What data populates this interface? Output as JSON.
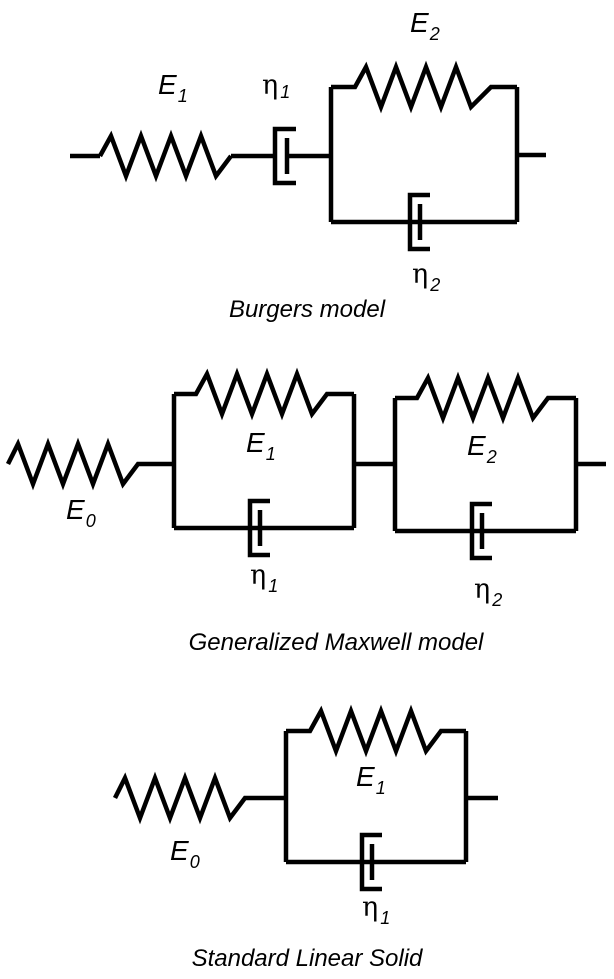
{
  "burgers": {
    "title": "Burgers model",
    "spring_outer": {
      "symbol": "E",
      "subscript": "1"
    },
    "dashpot_outer": {
      "symbol": "η",
      "subscript": "1"
    },
    "spring_inner": {
      "symbol": "E",
      "subscript": "2"
    },
    "dashpot_inner": {
      "symbol": "η",
      "subscript": "2"
    }
  },
  "maxwell": {
    "title": "Generalized Maxwell model",
    "spring_series": {
      "symbol": "E",
      "subscript": "0"
    },
    "branch1_spring": {
      "symbol": "E",
      "subscript": "1"
    },
    "branch1_dashpot": {
      "symbol": "η",
      "subscript": "1"
    },
    "branch2_spring": {
      "symbol": "E",
      "subscript": "2"
    },
    "branch2_dashpot": {
      "symbol": "η",
      "subscript": "2"
    }
  },
  "sls": {
    "title": "Standard Linear Solid",
    "spring_series": {
      "symbol": "E",
      "subscript": "0"
    },
    "branch_spring": {
      "symbol": "E",
      "subscript": "1"
    },
    "branch_dashpot": {
      "symbol": "η",
      "subscript": "1"
    }
  },
  "colors": {
    "stroke": "#000000",
    "background": "#ffffff"
  }
}
